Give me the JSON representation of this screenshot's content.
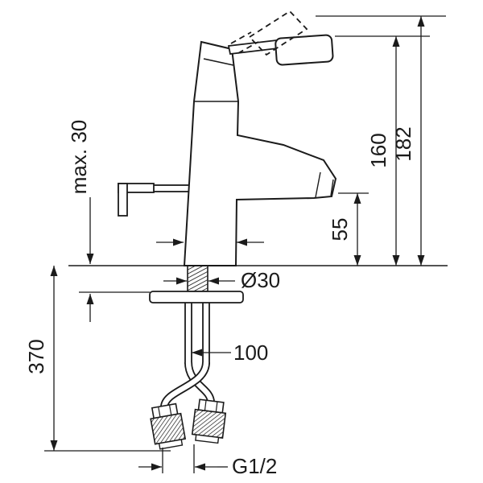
{
  "drawing": {
    "type": "technical-dimension-drawing",
    "subject": "single-lever basin mixer faucet, side elevation with installation dimensions",
    "colors": {
      "ink": "#1b1b1b",
      "background": "#ffffff"
    },
    "dims": {
      "max30": "max. 30",
      "h160": "160",
      "h182": "182",
      "h55": "55",
      "dia30": "Ø30",
      "w100": "100",
      "h370": "370",
      "thread": "G1/2"
    }
  }
}
